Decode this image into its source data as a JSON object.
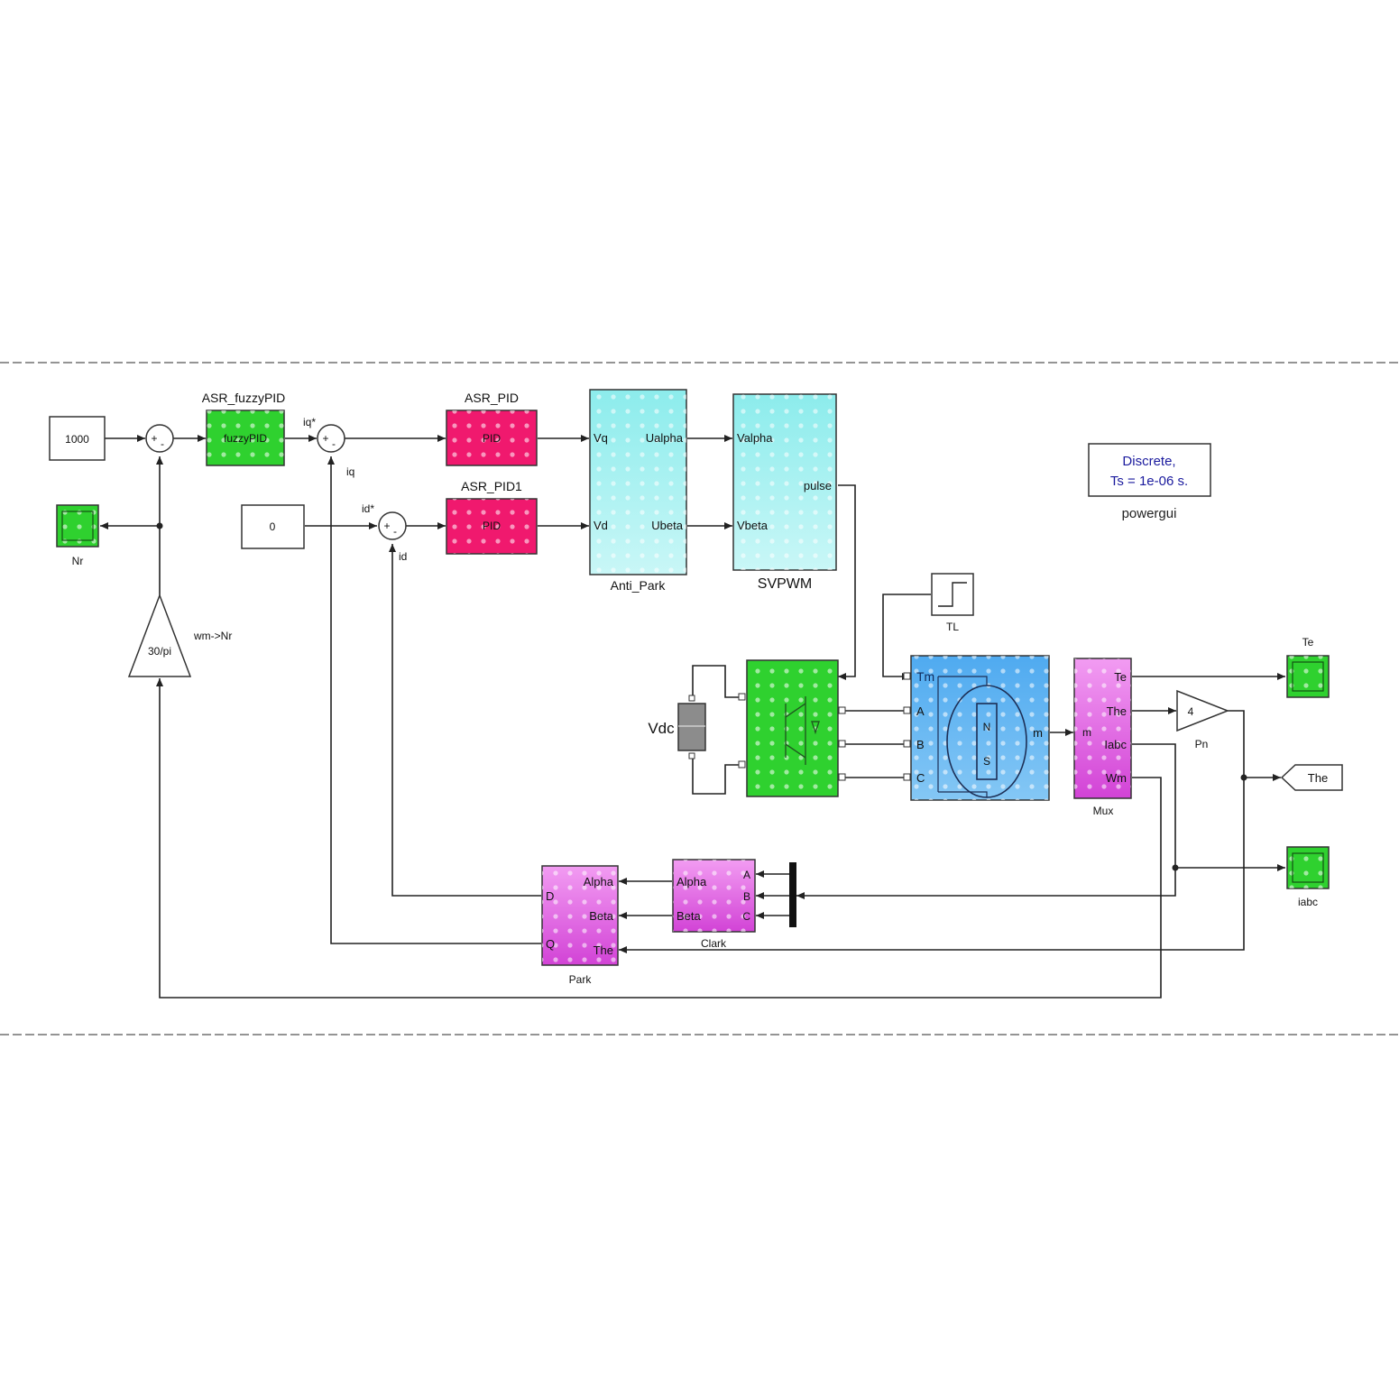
{
  "blocks": {
    "const_1000": "1000",
    "const_0": "0",
    "asr_fuzzy_label": "ASR_fuzzyPID",
    "asr_fuzzy_inner": "fuzzyPID",
    "asr_pid_label": "ASR_PID",
    "asr_pid1_label": "ASR_PID1",
    "pid_inner": "PID",
    "iq_star": "iq*",
    "id_star": "id*",
    "iq": "iq",
    "id": "id",
    "nr_label": "Nr",
    "gain_30pi": "30/pi",
    "wm_nr": "wm->Nr",
    "anti_park_label": "Anti_Park",
    "anti_park_vq": "Vq",
    "anti_park_vd": "Vd",
    "anti_park_ualpha": "Ualpha",
    "anti_park_ubeta": "Ubeta",
    "svpwm_label": "SVPWM",
    "svpwm_valpha": "Valpha",
    "svpwm_vbeta": "Vbeta",
    "svpwm_pulse": "pulse",
    "powergui_line1": "Discrete,",
    "powergui_line2": "Ts = 1e-06 s.",
    "powergui_label": "powergui",
    "tl_label": "TL",
    "vdc_label": "Vdc",
    "motor_tm": "Tm",
    "motor_a": "A",
    "motor_b": "B",
    "motor_c": "C",
    "motor_m": "m",
    "motor_n": "N",
    "motor_s": "S",
    "mux_label": "Mux",
    "mux_te": "Te",
    "mux_the": "The",
    "mux_iabc": "Iabc",
    "mux_wm": "Wm",
    "pn_value": "4",
    "pn_label": "Pn",
    "scope_te": "Te",
    "scope_iabc": "iabc",
    "goto_the": "The",
    "clark_label": "Clark",
    "clark_a": "A",
    "clark_b": "B",
    "clark_c": "C",
    "clark_alpha": "Alpha",
    "clark_beta": "Beta",
    "park_label": "Park",
    "park_alpha": "Alpha",
    "park_beta": "Beta",
    "park_the": "The",
    "park_d": "D",
    "park_q": "Q",
    "sum_plus": "+",
    "sum_minus": "-"
  },
  "colors": {
    "green": "#2fd12f",
    "pink": "#f0196e",
    "cyan": "#a6f1f1",
    "blue": "#69b9f2",
    "magenta": "#e56ae8",
    "gray": "#8c8c8c"
  }
}
